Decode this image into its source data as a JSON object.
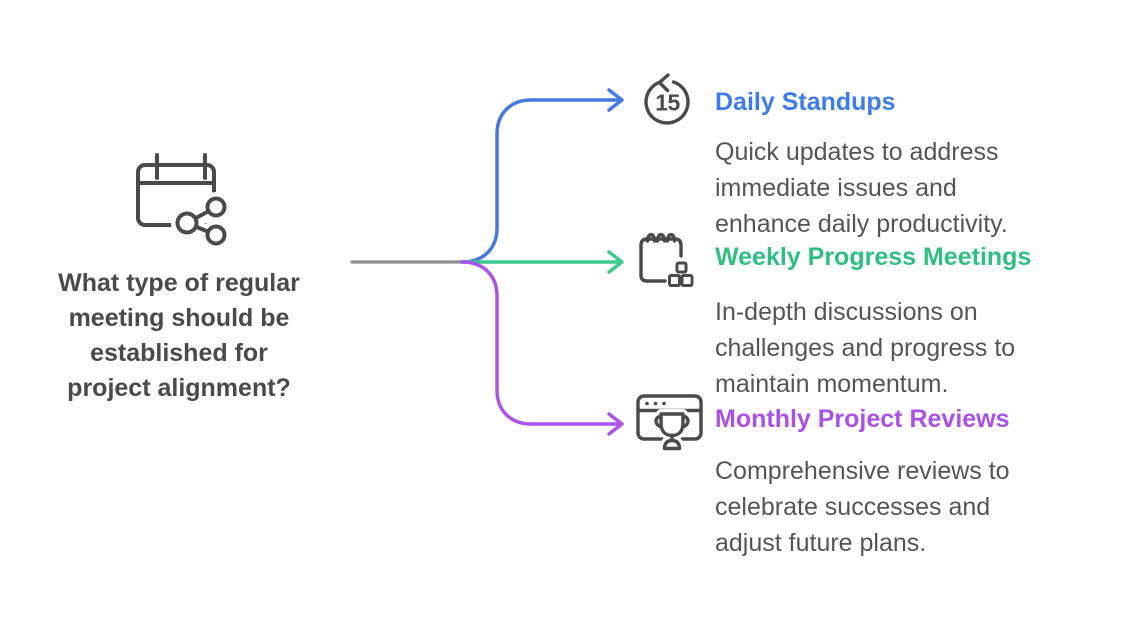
{
  "question": {
    "lines": [
      "What type of regular",
      "meeting should be",
      "established for",
      "project alignment?"
    ],
    "color": "#4a4a4a",
    "icon": "calendar-share-icon"
  },
  "connector": {
    "trunk_color": "#8e8e8e"
  },
  "icon_color": "#4a4a4a",
  "text_color": "#555555",
  "branches": [
    {
      "title": "Daily Standups",
      "description_lines": [
        "Quick updates to address",
        "immediate issues and",
        "enhance daily productivity."
      ],
      "color": "#3d7ceb",
      "line_color": "#4479df",
      "icon": "timer-15-icon",
      "icon_label": "15"
    },
    {
      "title": "Weekly Progress Meetings",
      "description_lines": [
        "In-depth discussions on",
        "challenges and progress to",
        "maintain momentum."
      ],
      "color": "#2fbf83",
      "line_color": "#3cc98c",
      "icon": "notepad-tasks-icon"
    },
    {
      "title": "Monthly Project Reviews",
      "description_lines": [
        "Comprehensive reviews to",
        "celebrate successes and",
        "adjust future plans."
      ],
      "color": "#aa51e8",
      "line_color": "#ab53ea",
      "icon": "browser-trophy-icon"
    }
  ]
}
